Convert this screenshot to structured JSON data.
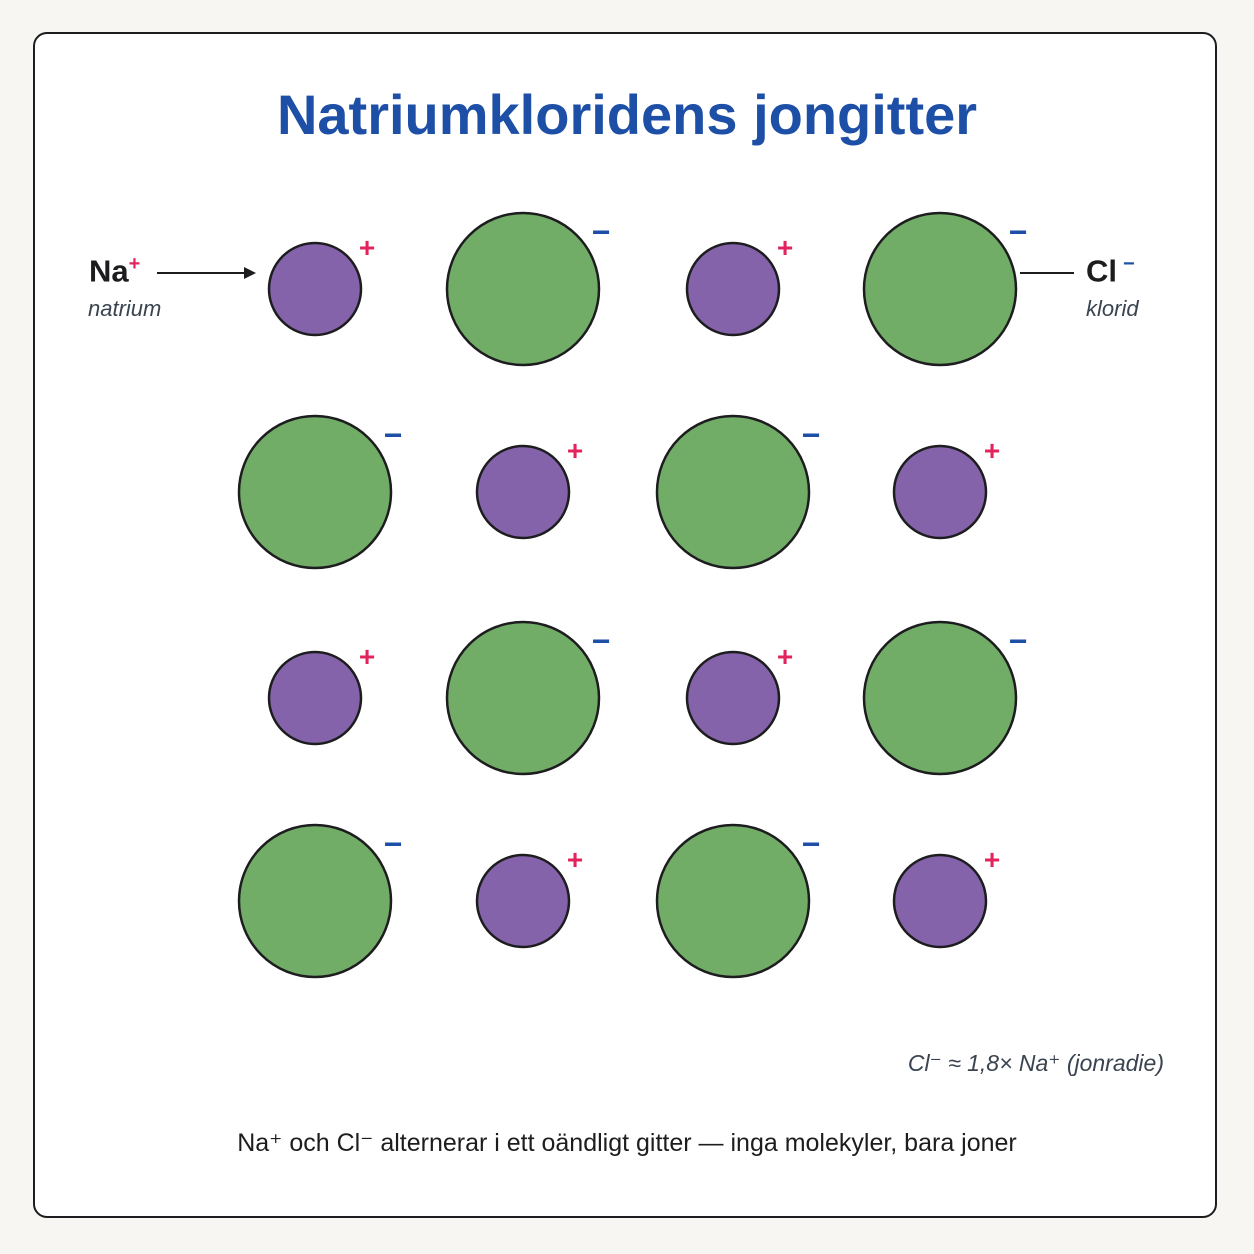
{
  "title": "Natriumkloridens jongitter",
  "legend": {
    "na_symbol": "Na",
    "na_charge": "+",
    "na_name": "natrium",
    "cl_symbol": "Cl",
    "cl_charge": "−",
    "cl_name": "klorid"
  },
  "lattice": {
    "rows": [
      [
        "Na",
        "Cl",
        "Na",
        "Cl"
      ],
      [
        "Cl",
        "Na",
        "Cl",
        "Na"
      ],
      [
        "Na",
        "Cl",
        "Na",
        "Cl"
      ],
      [
        "Cl",
        "Na",
        "Cl",
        "Na"
      ]
    ],
    "ions": {
      "Na": {
        "charge": "+",
        "fill": "#8463ab",
        "charge_color": "#e3245c"
      },
      "Cl": {
        "charge": "−",
        "fill": "#72ad68",
        "charge_color": "#1d4fa6"
      }
    },
    "outline": "#1d1d1f"
  },
  "note": "Cl⁻ ≈ 1,8× Na⁺ (jonradie)",
  "caption": "Na⁺ och Cl⁻ alternerar i ett oändligt gitter — inga molekyler, bara joner"
}
